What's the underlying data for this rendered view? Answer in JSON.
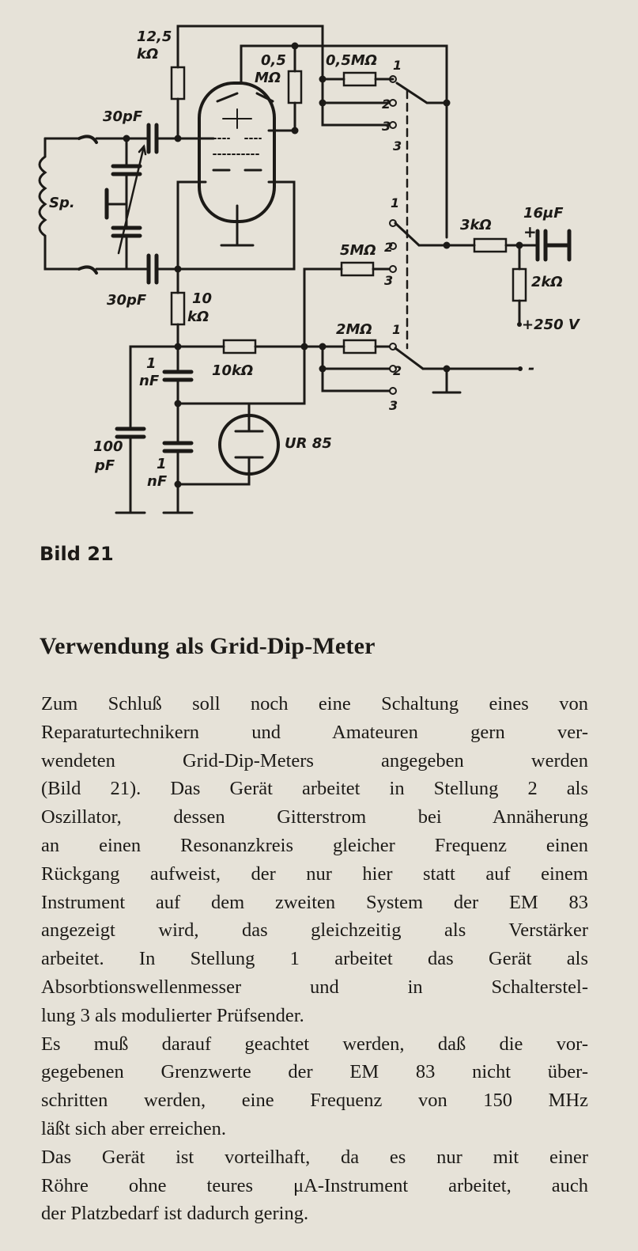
{
  "figure": {
    "caption": "Bild 21",
    "labels": {
      "r_anode": "12,5\nkΩ",
      "c_top": "30pF",
      "r_grid": "0,5\nMΩ",
      "r_sw_top": "0,5MΩ",
      "coil": "Sp.",
      "c_bottom": "30pF",
      "r_cathode": "10\nkΩ",
      "r_3k": "3kΩ",
      "c_16u": "16μF",
      "plus_sign": "+",
      "r_2k": "2kΩ",
      "supply": "+250 V",
      "r_5m": "5MΩ",
      "r_2m": "2MΩ",
      "r_10k": "10kΩ",
      "c_1n_a": "1\nnF",
      "c_1n_b": "1\nnF",
      "c_100p": "100\npF",
      "tube": "UR 85",
      "minus_sign": "-",
      "pos1": "1",
      "pos2": "2",
      "pos3": "3"
    }
  },
  "article": {
    "heading": "Verwendung als Grid-Dip-Meter",
    "lines": [
      "Zum Schluß soll noch eine Schaltung eines von",
      "Reparaturtechnikern und Amateuren gern ver-",
      "wendeten Grid-Dip-Meters angegeben werden",
      "(Bild 21). Das Gerät arbeitet in Stellung 2 als",
      "Oszillator, dessen Gitterstrom bei Annäherung",
      "an einen Resonanzkreis gleicher Frequenz einen",
      "Rückgang aufweist, der nur hier statt auf einem",
      "Instrument auf dem zweiten System der EM 83",
      "angezeigt wird, das gleichzeitig als Verstärker",
      "arbeitet. In Stellung 1 arbeitet das Gerät als",
      "Absorbtionswellenmesser und in Schalterstel-",
      "lung 3 als modulierter Prüfsender.",
      "Es muß darauf geachtet werden, daß die vor-",
      "gegebenen Grenzwerte der EM 83 nicht über-",
      "schritten werden, eine Frequenz von 150 MHz",
      "läßt sich aber erreichen.",
      "Das Gerät ist vorteilhaft, da es nur mit einer",
      "Röhre ohne teures μA-Instrument arbeitet, auch",
      "der Platzbedarf ist dadurch gering."
    ]
  },
  "colors": {
    "paper": "#e6e2d8",
    "ink": "#1c1a17"
  }
}
